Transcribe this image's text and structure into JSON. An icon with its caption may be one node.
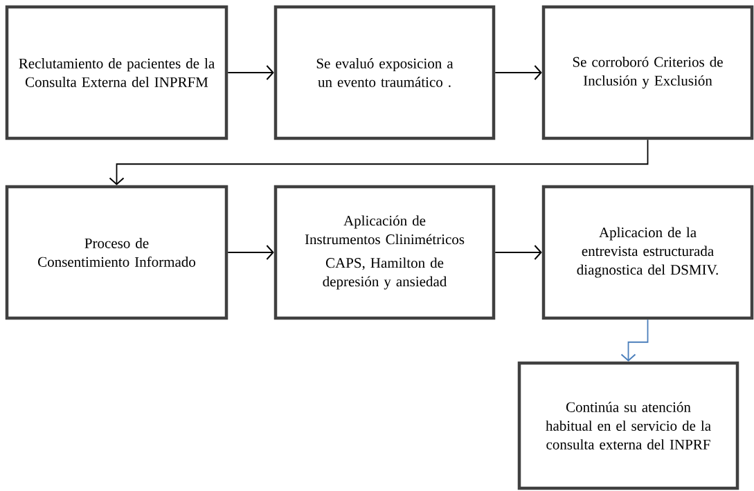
{
  "diagram": {
    "nodes": [
      {
        "text": [
          "Reclutamiento de pacientes  de la Consulta Externa del INPRFM"
        ]
      },
      {
        "text": [
          "Se evaluó exposicion a un evento traumático ."
        ]
      },
      {
        "text": [
          "Se corroboró Criterios de Inclusión y Exclusión"
        ]
      },
      {
        "text": [
          "Proceso de Consentimiento Informado"
        ]
      },
      {
        "text": [
          "Aplicación de Instrumentos Clinimétricos",
          "CAPS, Hamilton de depresión y ansiedad"
        ]
      },
      {
        "text": [
          "Aplicacion de la entrevista estructurada diagnostica del DSMIV."
        ]
      },
      {
        "text": [
          "Continúa su atención habitual en el servicio de la consulta externa del INPRF"
        ]
      }
    ],
    "edges": [
      {
        "from": 0,
        "to": 1,
        "arrow": "to"
      },
      {
        "from": 1,
        "to": 2,
        "arrow": "to"
      },
      {
        "from": 2,
        "to": 3,
        "arrow": "to"
      },
      {
        "from": 3,
        "to": 4,
        "arrow": "to"
      },
      {
        "from": 4,
        "to": 5,
        "arrow": "to"
      },
      {
        "from": 5,
        "to": 6,
        "arrow": "to",
        "color": "#4a7ebb"
      }
    ]
  }
}
